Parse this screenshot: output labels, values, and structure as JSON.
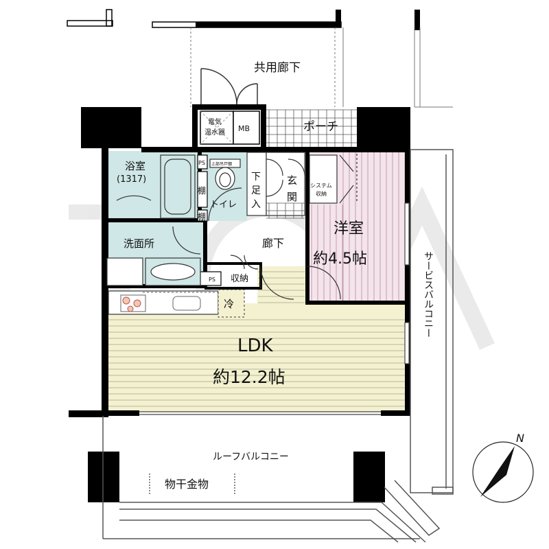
{
  "corridor": "共用廊下",
  "porch": "ポーチ",
  "water_heater": [
    "電気",
    "温水器"
  ],
  "mb": "MB",
  "bath": {
    "name": "浴室",
    "size": "(1317)"
  },
  "ps": "PS",
  "shelf": "棚",
  "toilet": "トイレ",
  "tiny_label": "上部吊戸棚",
  "shoe_storage": [
    "下",
    "足",
    "入"
  ],
  "entrance": [
    "玄",
    "関"
  ],
  "system_storage": [
    "システム",
    "収納"
  ],
  "western_room": {
    "name": "洋室",
    "size": "約4.5帖"
  },
  "washroom": "洗面所",
  "hallway": "廊下",
  "storage": "収納",
  "fridge": "冷",
  "ldk": {
    "name": "LDK",
    "size": "約12.2帖"
  },
  "service_balcony": "サービスバルコニー",
  "roof_balcony": "ルーフバルコニー",
  "clothes_rack": "物干金物",
  "north": "N",
  "watermark": "TOA",
  "colors": {
    "wall": "#000000",
    "bath_fill": "#cfe7e6",
    "western_fill": "#f4e4ec",
    "ldk_fill": "#f3f1cf",
    "floor_line": "#a6a38a",
    "western_line": "#b78a9a",
    "watermark": "#d8d8d8"
  }
}
